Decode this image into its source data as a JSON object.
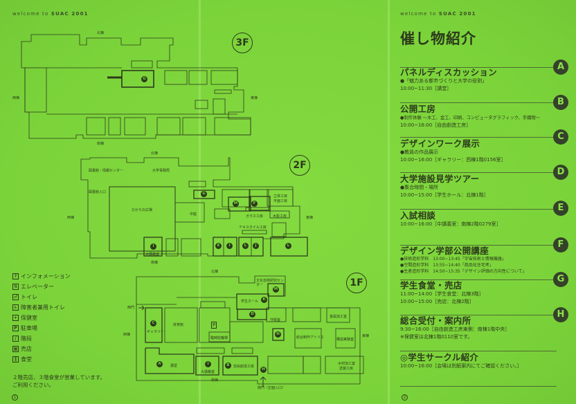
{
  "header": {
    "welcome_prefix": "welcome to ",
    "welcome_brand": "SUAC 2001"
  },
  "map": {
    "floor3": {
      "badge": "3F",
      "north": "北棟",
      "west": "西棟",
      "east": "東棟",
      "south": "南棟",
      "markers": [
        "G"
      ]
    },
    "floor2": {
      "badge": "2F",
      "north": "北棟",
      "west": "西棟",
      "east": "東棟",
      "south": "南棟",
      "rooms": {
        "library": "図書館・情報センター",
        "office": "大学事務局",
        "library_entrance": "図書館入口",
        "plaza": "ひかりの広場",
        "courtyard": "中庭",
        "glass": "ガラス工房",
        "textile": "テキスタイル工房",
        "wood": "木彫工房",
        "solid": "立体工房",
        "flat": "平面工房",
        "lecture": "大講義室"
      },
      "markers": [
        "G",
        "M",
        "F",
        "I",
        "E",
        "I",
        "L",
        "J",
        "L"
      ]
    },
    "floor1": {
      "badge": "1F",
      "north": "北棟",
      "west": "西棟",
      "east": "東棟",
      "south": "南棟",
      "rooms": {
        "culture": "文化芸術研究センター",
        "hall": "学生ホール",
        "guard": "守衛室",
        "gym": "体育館",
        "parking": "P",
        "bike": "臨時駐輪場",
        "gallery": "ギャラリー",
        "auditorium": "講堂",
        "lecture": "大講義室",
        "studio": "自由創造工房",
        "metal": "金属加工室",
        "atelier": "総合制作アトリエ",
        "structure": "構造実験室",
        "woodwork": "木材加工室",
        "paint": "塗装工房",
        "west_gate": "西門",
        "south_gate": "南門（正面入口）"
      },
      "markers": [
        "K",
        "D",
        "M",
        "C",
        "H",
        "A",
        "I",
        "B",
        "H"
      ]
    }
  },
  "legend": {
    "items": [
      {
        "icon": "info-icon",
        "glyph": "?",
        "label": "インフォメーション"
      },
      {
        "icon": "elevator-icon",
        "glyph": "⇅",
        "label": "エレベーター"
      },
      {
        "icon": "toilet-icon",
        "glyph": "♂",
        "label": "トイレ"
      },
      {
        "icon": "accessible-toilet-icon",
        "glyph": "♿",
        "label": "障害者兼用トイレ"
      },
      {
        "icon": "first-aid-icon",
        "glyph": "+",
        "label": "保健室"
      },
      {
        "icon": "parking-icon",
        "glyph": "P",
        "label": "駐車場"
      },
      {
        "icon": "stairs-icon",
        "glyph": "/",
        "label": "階段"
      },
      {
        "icon": "shop-icon",
        "glyph": "▦",
        "label": "売店"
      },
      {
        "icon": "cafeteria-icon",
        "glyph": "‖",
        "label": "食堂"
      }
    ],
    "note_line1": "２階売店、３階食堂が営業しています。",
    "note_line2": "ご利用ください。"
  },
  "page_numbers": {
    "left": "1",
    "right": "2"
  },
  "events": {
    "title": "催し物紹介",
    "sections": [
      {
        "badge": "A",
        "heading": "パネルディスカッション",
        "lines": [
          "●「魅力ある都市づくりと大学の役割」",
          "10:00~11:30［講堂］"
        ]
      },
      {
        "badge": "B",
        "heading": "公開工房",
        "lines": [
          "●制作体験 ～木工、金工、印刷、コンピュータグラフィック、手織物～",
          "10:00~16:00［自由創造工房］"
        ]
      },
      {
        "badge": "C",
        "heading": "デザインワーク展示",
        "lines": [
          "●教員の作品展示",
          "10:00~16:00［ギャラリー：西棟1階0156室］"
        ]
      },
      {
        "badge": "D",
        "heading": "大学施設見学ツアー",
        "lines": [
          "●集合時間・場所",
          "10:00~15:00［学生ホール：北棟1階］"
        ]
      },
      {
        "badge": "E",
        "heading": "入試相談",
        "lines": [
          "10:00~16:00［中講義室：南棟2階0279室］"
        ]
      },
      {
        "badge": "F",
        "heading": "デザイン学部公開講座",
        "lines": [
          "●技術造形学科　13:00~13:45「宇宙技術と情報機器」",
          "●空間造形学科　13:55~14:40「商品化住宅考」",
          "●生産造形学科　14:50~15:35「デザイン評価の方向性について」"
        ]
      },
      {
        "badge": "G",
        "heading": "学生食堂・売店",
        "lines": [
          "11:00~14:00［学生食堂：北棟3階］",
          "10:00~15:00［売店：北棟2階］"
        ]
      },
      {
        "badge": "H",
        "heading": "総合受付・案内所",
        "lines": [
          "9:30~16:00［自由創造工房東側：南棟1階中央］",
          "※保健室は北棟1階0110室です。"
        ]
      },
      {
        "badge": "",
        "heading": "◎学生サークル紹介",
        "lines": [
          "10:00~16:00［会場は別紙案内にてご確認ください。］"
        ]
      }
    ]
  }
}
